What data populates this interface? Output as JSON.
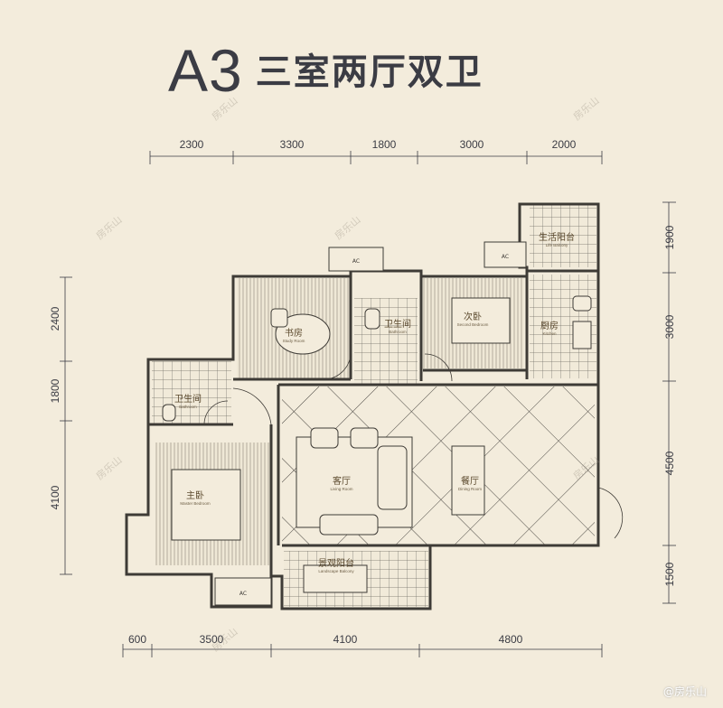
{
  "title": {
    "code": "A3",
    "subtitle": "三室两厅双卫"
  },
  "dimensions": {
    "top": [
      "2300",
      "3300",
      "1800",
      "3000",
      "2000"
    ],
    "bottom": [
      "600",
      "3500",
      "4100",
      "4800"
    ],
    "left": [
      "2400",
      "1800",
      "4100"
    ],
    "right": [
      "1900",
      "3000",
      "4500",
      "1500"
    ]
  },
  "rooms": {
    "study": {
      "cn": "书房",
      "en": "Study Room"
    },
    "bath_top": {
      "cn": "卫生间",
      "en": "Bathroom"
    },
    "second_bed": {
      "cn": "次卧",
      "en": "Second Bedroom"
    },
    "kitchen": {
      "cn": "厨房",
      "en": "Kitchen"
    },
    "life_balcony": {
      "cn": "生活阳台",
      "en": "Life Balcony"
    },
    "bath_left": {
      "cn": "卫生间",
      "en": "Bathroom"
    },
    "master_bed": {
      "cn": "主卧",
      "en": "Master Bedroom"
    },
    "living": {
      "cn": "客厅",
      "en": "Living Room"
    },
    "dining": {
      "cn": "餐厅",
      "en": "Dining Room"
    },
    "view_balcony": {
      "cn": "景观阳台",
      "en": "Landscape Balcony"
    }
  },
  "ac_label": "AC",
  "watermark": "房乐山",
  "credit": "@房乐山"
}
